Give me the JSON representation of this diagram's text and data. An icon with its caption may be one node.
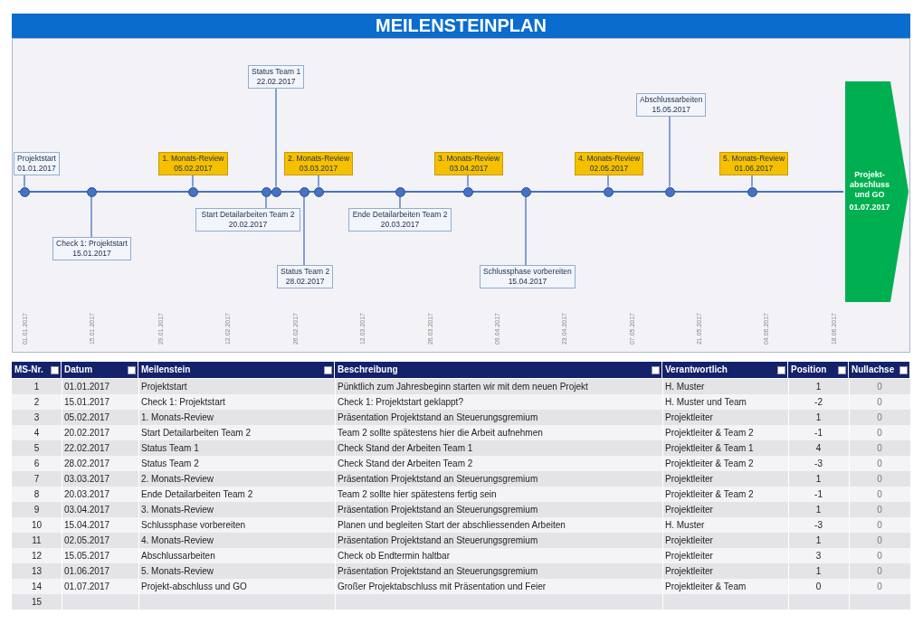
{
  "diagram": {
    "title": "MEILENSTEINPLAN",
    "nodes": [
      {
        "text": [
          "Projektstart",
          "01.01.2017"
        ]
      },
      {
        "text": [
          "Check 1: Projektstart",
          "15.01.2017"
        ]
      },
      {
        "text": [
          "1. Monats-Review",
          "05.02.2017"
        ]
      },
      {
        "text": [
          "Start Detailarbeiten Team 2",
          "20.02.2017"
        ]
      },
      {
        "text": [
          "Status Team 1",
          "22.02.2017"
        ]
      },
      {
        "text": [
          "Status Team 2",
          "28.02.2017"
        ]
      },
      {
        "text": [
          "2. Monats-Review",
          "03.03.2017"
        ]
      },
      {
        "text": [
          "Ende Detailarbeiten Team 2",
          "20.03.2017"
        ]
      },
      {
        "text": [
          "3. Monats-Review",
          "03.04.2017"
        ]
      },
      {
        "text": [
          "Schlussphase vorbereiten",
          "15.04.2017"
        ]
      },
      {
        "text": [
          "4. Monats-Review",
          "02.05.2017"
        ]
      },
      {
        "text": [
          "Abschlussarbeiten",
          "15.05.2017"
        ]
      },
      {
        "text": [
          "5. Monats-Review",
          "01.06.2017"
        ]
      },
      {
        "text": [
          "Projekt-abschluss und GO",
          "01.07.2017"
        ]
      },
      {
        "text": [],
        "shape": "circle"
      },
      {
        "text": [],
        "shape": "circle"
      },
      {
        "text": [],
        "shape": "circle"
      },
      {
        "text": [],
        "shape": "circle"
      },
      {
        "text": [],
        "shape": "circle"
      },
      {
        "text": [],
        "shape": "circle"
      },
      {
        "text": [],
        "shape": "circle"
      },
      {
        "text": [],
        "shape": "circle"
      },
      {
        "text": [],
        "shape": "circle"
      },
      {
        "text": [],
        "shape": "circle"
      },
      {
        "text": [],
        "shape": "circle"
      },
      {
        "text": [],
        "shape": "circle"
      },
      {
        "text": [],
        "shape": "circle"
      }
    ],
    "edges": [
      {
        "from": 0,
        "to": 14,
        "arrow": "none"
      },
      {
        "from": 1,
        "to": 15,
        "arrow": "none"
      },
      {
        "from": 2,
        "to": 16,
        "arrow": "none"
      },
      {
        "from": 3,
        "to": 17,
        "arrow": "none"
      },
      {
        "from": 4,
        "to": 18,
        "arrow": "none"
      },
      {
        "from": 5,
        "to": 19,
        "arrow": "none"
      },
      {
        "from": 6,
        "to": 20,
        "arrow": "none"
      },
      {
        "from": 7,
        "to": 21,
        "arrow": "none"
      },
      {
        "from": 8,
        "to": 22,
        "arrow": "none"
      },
      {
        "from": 9,
        "to": 23,
        "arrow": "none"
      },
      {
        "from": 10,
        "to": 24,
        "arrow": "none"
      },
      {
        "from": 11,
        "to": 25,
        "arrow": "none"
      },
      {
        "from": 12,
        "to": 26,
        "arrow": "none"
      }
    ],
    "labels": [
      "01.01.2017",
      "15.01.2017",
      "29.01.2017",
      "12.02.2017",
      "26.02.2017",
      "12.03.2017",
      "26.03.2017",
      "09.04.2017",
      "23.04.2017",
      "07.05.2017",
      "21.05.2017",
      "04.06.2017",
      "18.06.2017",
      "MS-Nr.",
      "Datum",
      "Meilenstein",
      "Beschreibung",
      "Verantwortlich",
      "Position",
      "Nullachse",
      "1",
      "01.01.2017",
      "Projektstart",
      "Pünktlich zum Jahresbeginn starten wir mit dem neuen Projekt",
      "H. Muster",
      "1",
      "0",
      "2",
      "15.01.2017",
      "Check 1: Projektstart",
      "Check 1: Projektstart geklappt?",
      "H. Muster und Team",
      "-2",
      "0",
      "3",
      "05.02.2017",
      "1. Monats-Review",
      "Präsentation Projektstand an Steuerungsgremium",
      "Projektleiter",
      "1",
      "0",
      "4",
      "20.02.2017",
      "Start Detailarbeiten Team 2",
      "Team 2 sollte spätestens hier die Arbeit aufnehmen",
      "Projektleiter & Team 2",
      "-1",
      "0",
      "5",
      "22.02.2017",
      "Status Team 1",
      "Check Stand der Arbeiten Team 1",
      "Projektleiter & Team 1",
      "4",
      "0",
      "6",
      "28.02.2017",
      "Status Team 2",
      "Check Stand der Arbeiten Team 2",
      "Projektleiter & Team 2",
      "-3",
      "0",
      "7",
      "03.03.2017",
      "2. Monats-Review",
      "Präsentation Projektstand an Steuerungsgremium",
      "Projektleiter",
      "1",
      "0",
      "8",
      "20.03.2017",
      "Ende Detailarbeiten Team 2",
      "Team 2 sollte hier spätestens fertig sein",
      "Projektleiter & Team 2",
      "-1",
      "0",
      "9",
      "03.04.2017",
      "3. Monats-Review",
      "Präsentation Projektstand an Steuerungsgremium",
      "Projektleiter",
      "1",
      "0",
      "10",
      "15.04.2017",
      "Schlussphase vorbereiten",
      "Planen und begleiten Start der abschliessenden Arbeiten",
      "H. Muster",
      "-3",
      "0",
      "11",
      "02.05.2017",
      "4. Monats-Review",
      "Präsentation Projektstand an Steuerungsgremium",
      "Projektleiter",
      "1",
      "0",
      "12",
      "15.05.2017",
      "Abschlussarbeiten",
      "Check ob Endtermin haltbar",
      "Projektleiter",
      "3",
      "0",
      "13",
      "01.06.2017",
      "5. Monats-Review",
      "Präsentation Projektstand an Steuerungsgremium",
      "Projektleiter",
      "1",
      "0",
      "14",
      "01.07.2017",
      "Projekt-abschluss und GO",
      "Großer Projektabschluss mit Präsentation und Feier",
      "Projektleiter & Team",
      "0",
      "0",
      "15"
    ]
  }
}
